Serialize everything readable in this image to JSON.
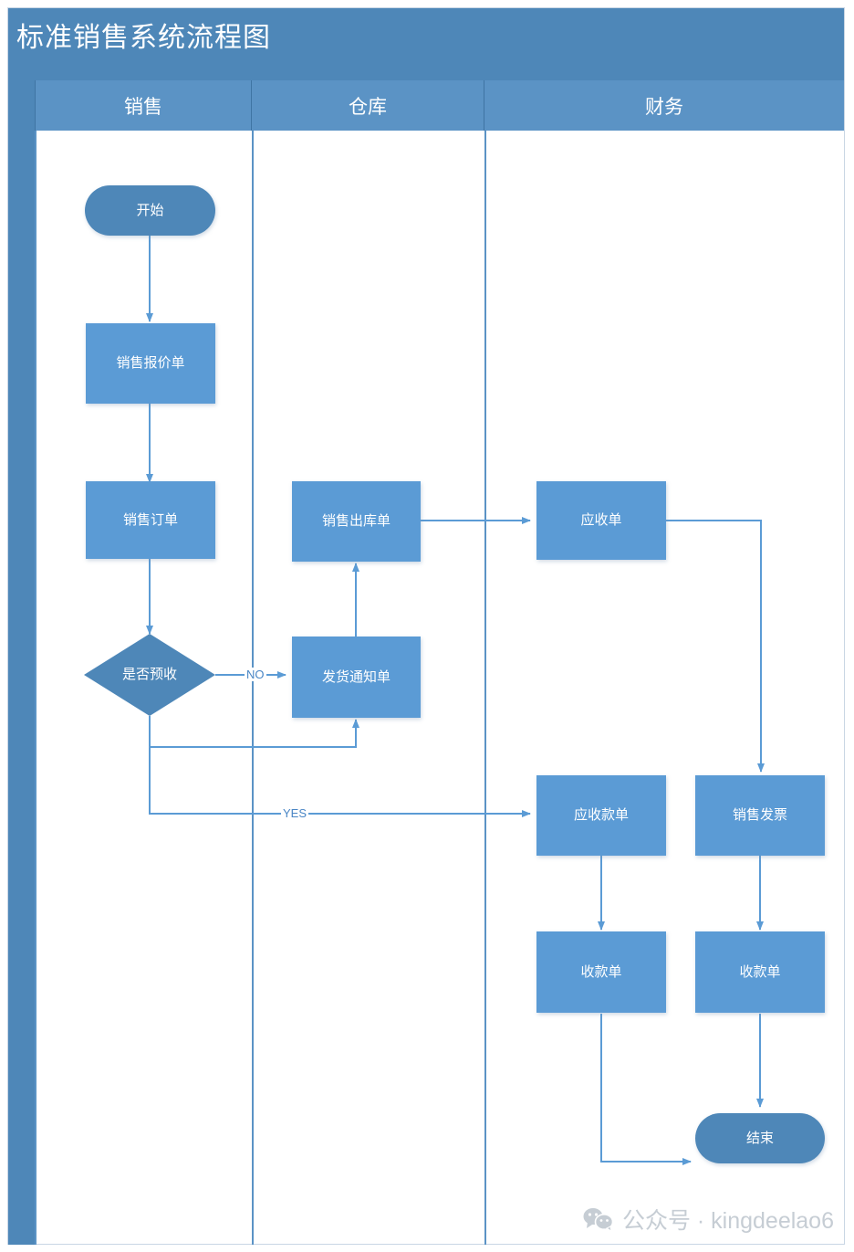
{
  "diagram": {
    "title": "标准销售系统流程图",
    "type": "swimlane-flowchart",
    "lanes": [
      {
        "id": "sales",
        "label": "销售"
      },
      {
        "id": "warehouse",
        "label": "仓库"
      },
      {
        "id": "finance",
        "label": "财务"
      }
    ],
    "nodes": [
      {
        "id": "start",
        "label": "开始",
        "shape": "terminator",
        "lane": "sales"
      },
      {
        "id": "quote",
        "label": "销售报价单",
        "shape": "process",
        "lane": "sales"
      },
      {
        "id": "order",
        "label": "销售订单",
        "shape": "process",
        "lane": "sales"
      },
      {
        "id": "prepay",
        "label": "是否预收",
        "shape": "decision",
        "lane": "sales"
      },
      {
        "id": "delivery",
        "label": "发货通知单",
        "shape": "process",
        "lane": "warehouse"
      },
      {
        "id": "outbound",
        "label": "销售出库单",
        "shape": "process",
        "lane": "warehouse"
      },
      {
        "id": "arnote",
        "label": "应收单",
        "shape": "process",
        "lane": "finance"
      },
      {
        "id": "arbill",
        "label": "应收款单",
        "shape": "process",
        "lane": "finance"
      },
      {
        "id": "invoice",
        "label": "销售发票",
        "shape": "process",
        "lane": "finance"
      },
      {
        "id": "receipt1",
        "label": "收款单",
        "shape": "process",
        "lane": "finance"
      },
      {
        "id": "receipt2",
        "label": "收款单",
        "shape": "process",
        "lane": "finance"
      },
      {
        "id": "end",
        "label": "结束",
        "shape": "terminator",
        "lane": "finance"
      }
    ],
    "edges": [
      {
        "from": "start",
        "to": "quote",
        "label": ""
      },
      {
        "from": "quote",
        "to": "order",
        "label": ""
      },
      {
        "from": "order",
        "to": "prepay",
        "label": ""
      },
      {
        "from": "prepay",
        "to": "delivery",
        "label": "NO"
      },
      {
        "from": "prepay",
        "to": "arbill",
        "label": "YES"
      },
      {
        "from": "delivery",
        "to": "outbound",
        "label": ""
      },
      {
        "from": "outbound",
        "to": "arnote",
        "label": ""
      },
      {
        "from": "arnote",
        "to": "invoice",
        "label": ""
      },
      {
        "from": "arbill",
        "to": "receipt1",
        "label": ""
      },
      {
        "from": "invoice",
        "to": "receipt2",
        "label": ""
      },
      {
        "from": "receipt1",
        "to": "end",
        "label": ""
      },
      {
        "from": "receipt2",
        "to": "end",
        "label": ""
      },
      {
        "from": "prepay",
        "to": "delivery",
        "label": ""
      }
    ],
    "edge_labels": {
      "no": "NO",
      "yes": "YES"
    }
  },
  "watermark": {
    "icon": "wechat-icon",
    "text": "公众号 · kingdeelao6"
  },
  "colors": {
    "node_fill": "#5B9BD5",
    "accent_dark": "#4E87B8",
    "header_fill": "#5B93C5",
    "connector": "#5B9BD5",
    "edge_label": "#4a86c5",
    "frame_border": "#c9d6e4",
    "watermark": "#c6cdd4"
  }
}
